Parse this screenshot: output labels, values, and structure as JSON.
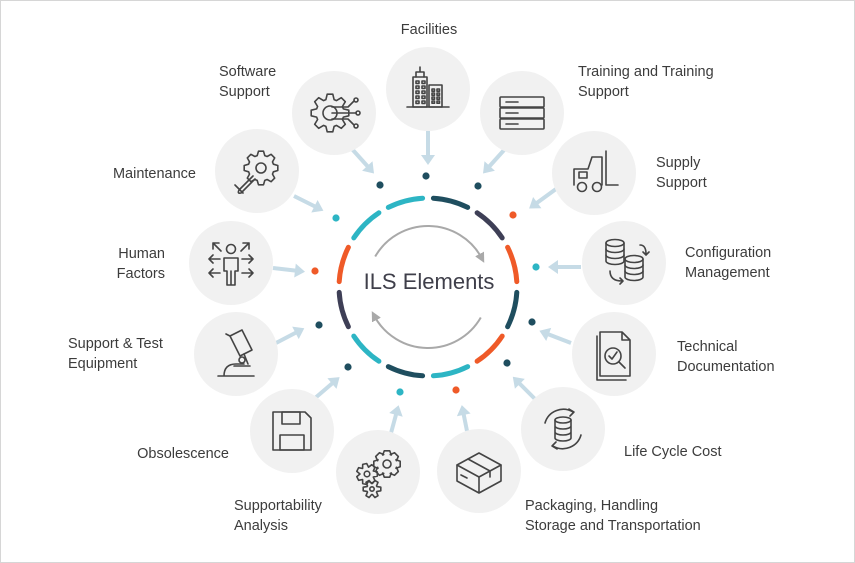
{
  "center": {
    "title": "ILS Elements"
  },
  "elements": [
    {
      "id": "facilities",
      "label": "Facilities",
      "icon": "building-icon"
    },
    {
      "id": "training",
      "label": "Training and Training\nSupport",
      "icon": "server-rack-icon"
    },
    {
      "id": "supply",
      "label": "Supply\nSupport",
      "icon": "forklift-icon"
    },
    {
      "id": "configuration",
      "label": "Configuration\nManagement",
      "icon": "database-sync-icon"
    },
    {
      "id": "technical-documentation",
      "label": "Technical\nDocumentation",
      "icon": "document-search-icon"
    },
    {
      "id": "life-cycle-cost",
      "label": "Life Cycle Cost",
      "icon": "database-cycle-icon"
    },
    {
      "id": "packaging",
      "label": "Packaging, Handling\nStorage and Transportation",
      "icon": "box-icon"
    },
    {
      "id": "supportability",
      "label": "Supportability\nAnalysis",
      "icon": "gears-icon"
    },
    {
      "id": "obsolescence",
      "label": "Obsolescence",
      "icon": "floppy-disk-icon"
    },
    {
      "id": "support-test",
      "label": "Support & Test\nEquipment",
      "icon": "microscope-icon"
    },
    {
      "id": "human-factors",
      "label": "Human\nFactors",
      "icon": "person-arrows-icon"
    },
    {
      "id": "maintenance",
      "label": "Maintenance",
      "icon": "wrench-gear-icon"
    },
    {
      "id": "software",
      "label": "Software\nSupport",
      "icon": "gear-circuit-icon"
    }
  ],
  "colors": {
    "teal": "#2db5c4",
    "navy": "#1f4e5f",
    "orange": "#ef5a28",
    "slate": "#3e3f56",
    "circle_fill": "#f1f1f1",
    "arrow": "#c6dbe6",
    "cycle_arrow": "#a9a9a9",
    "icon_stroke": "#444444"
  }
}
